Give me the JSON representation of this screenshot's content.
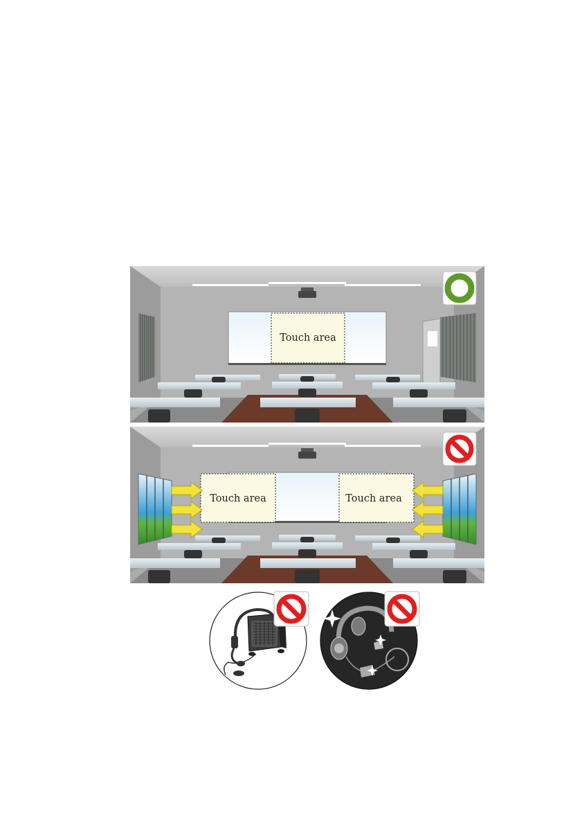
{
  "panels": [
    {
      "id": "proper-placement",
      "status": "allowed",
      "status_icon": "green-ring-icon",
      "touch_areas": [
        "Touch area"
      ]
    },
    {
      "id": "sunlight-placement",
      "status": "prohibited",
      "status_icon": "prohibited-icon",
      "touch_areas": [
        "Touch area",
        "Touch area"
      ]
    }
  ],
  "devices": [
    {
      "id": "wireless-microphone-speaker",
      "status": "prohibited",
      "status_icon": "prohibited-icon"
    },
    {
      "id": "headphones-and-accessories",
      "status": "prohibited",
      "status_icon": "prohibited-icon"
    }
  ],
  "colors": {
    "allowed": "#5e9a2a",
    "prohibited": "#e02020",
    "touch_area_fill": "#fbf9e1",
    "arrow": "#f2e23c"
  }
}
